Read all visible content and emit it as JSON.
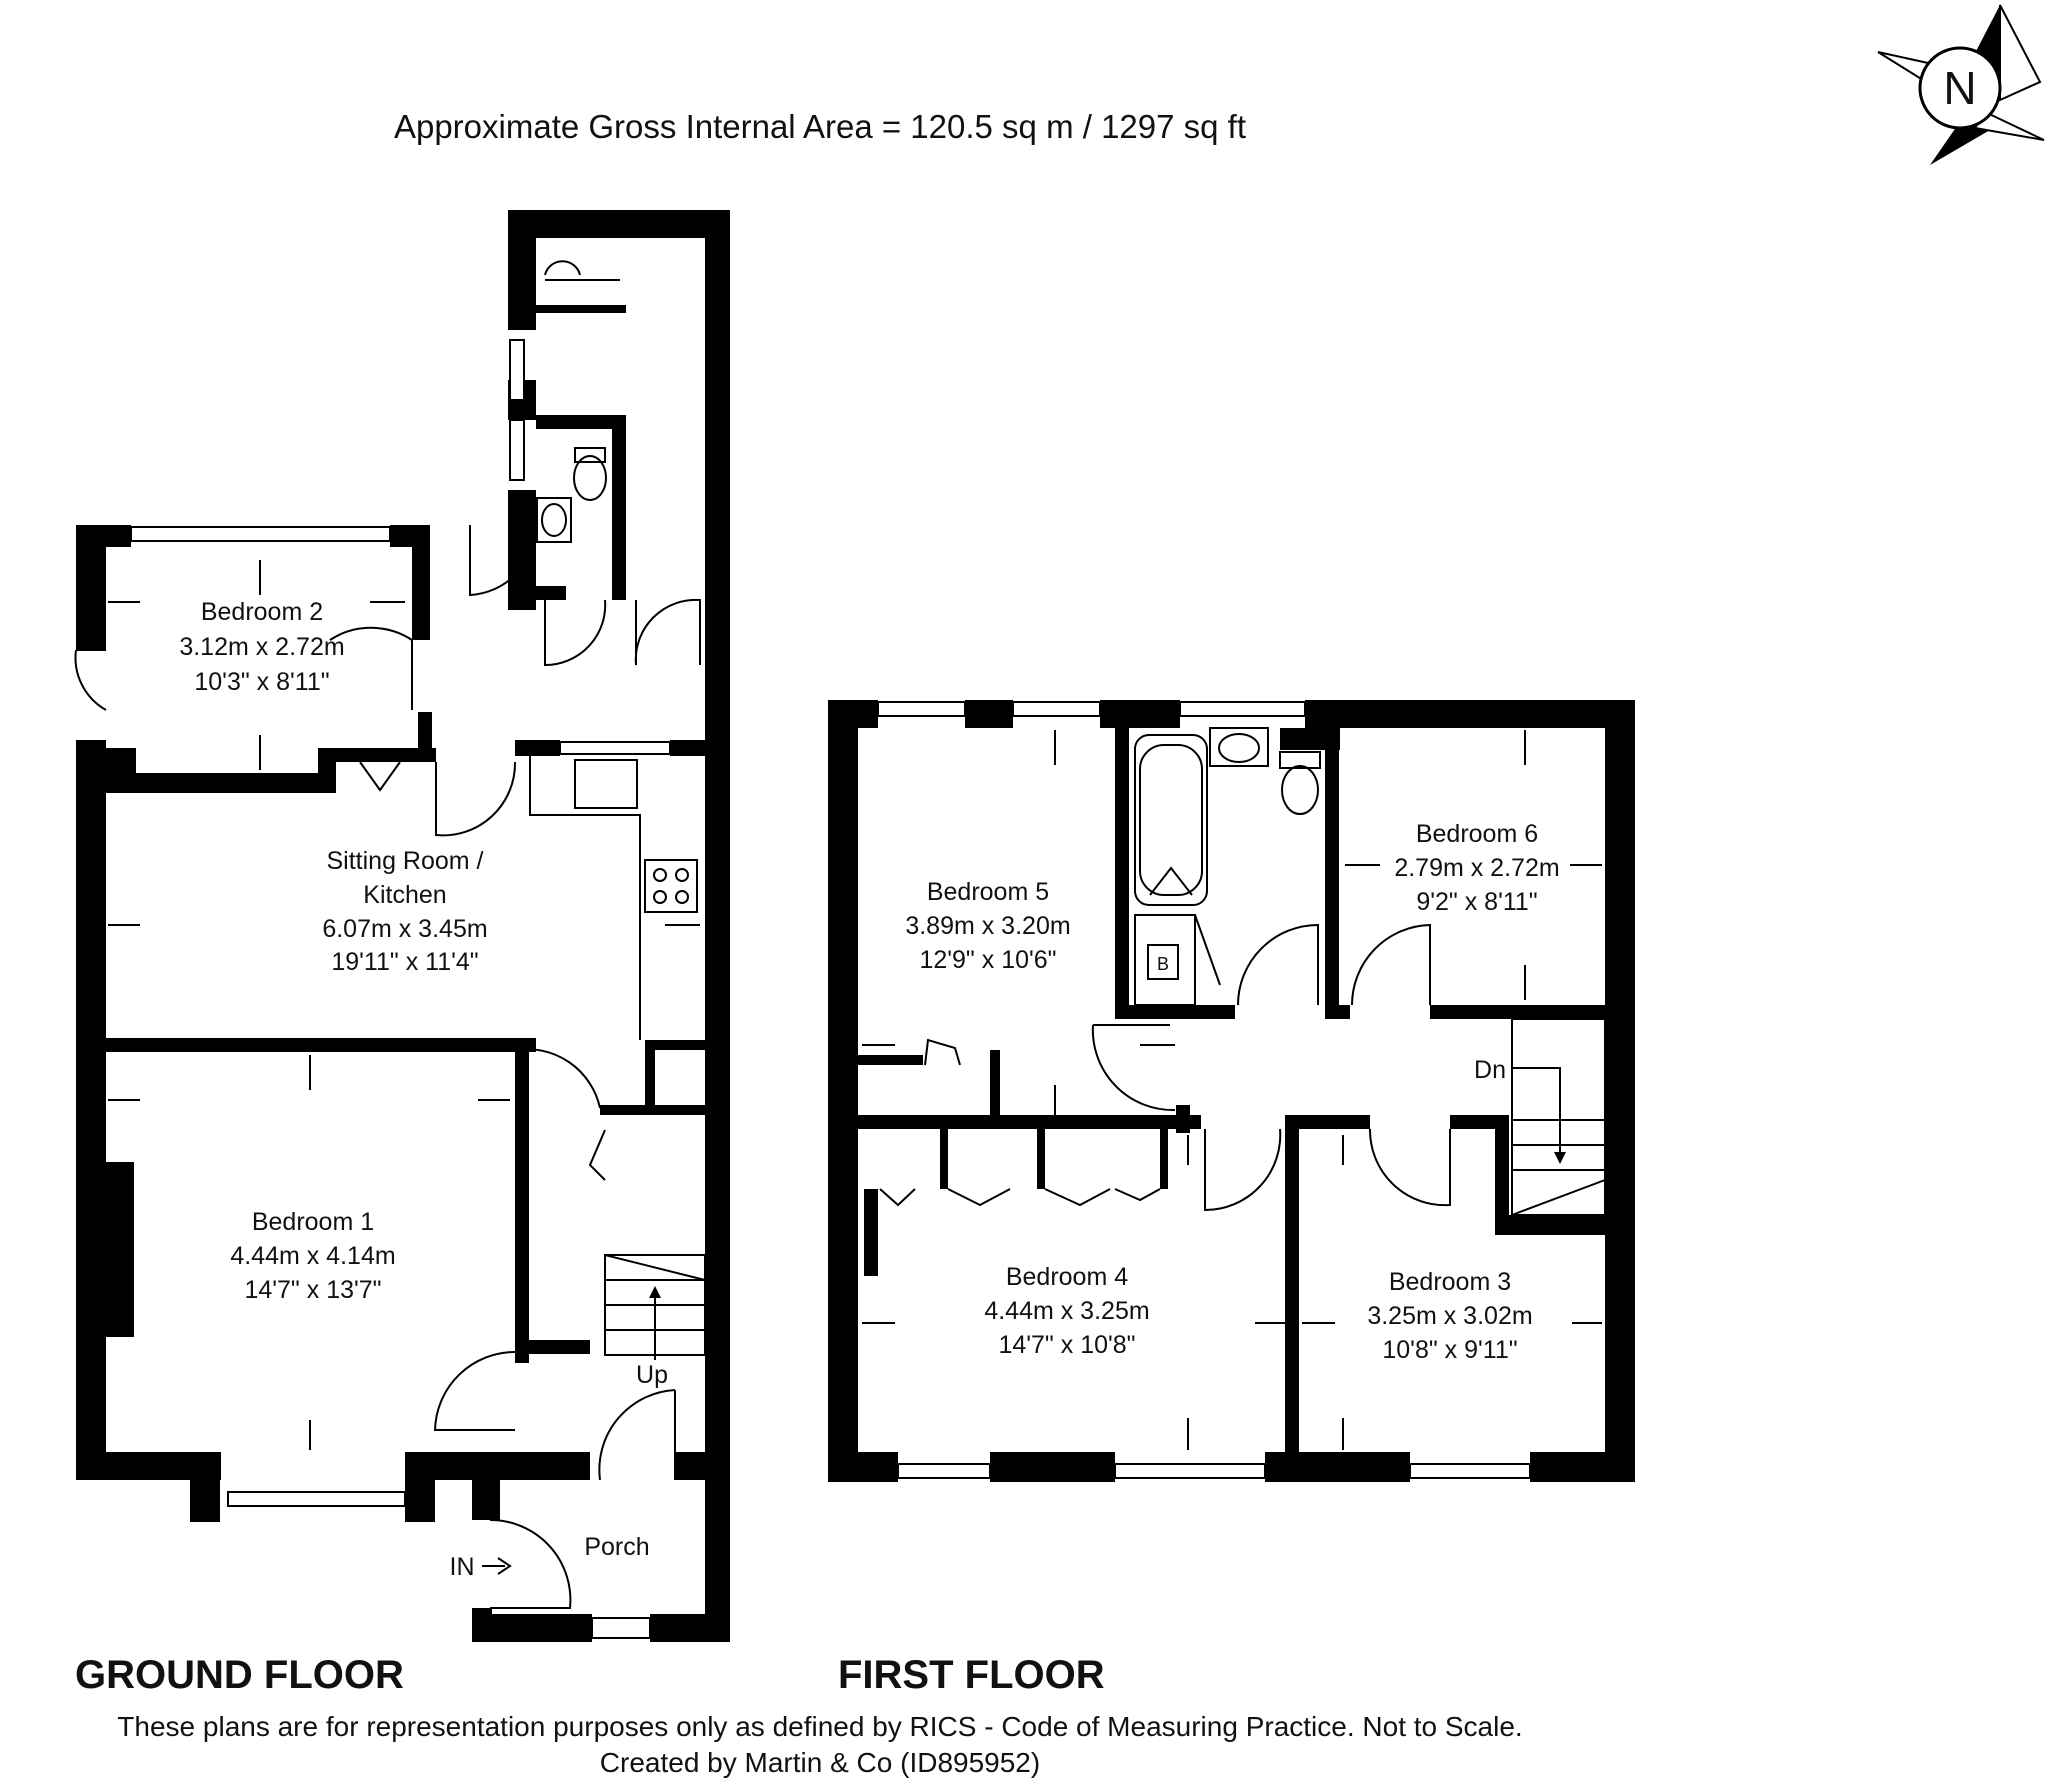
{
  "header": {
    "area_text": "Approximate Gross Internal Area = 120.5 sq m / 1297 sq ft"
  },
  "compass": {
    "letter": "N",
    "icon": "north-compass-icon"
  },
  "ground_floor": {
    "title": "GROUND FLOOR",
    "rooms": {
      "bedroom2": {
        "name": "Bedroom 2",
        "metric": "3.12m x 2.72m",
        "imperial": "10'3\" x 8'11\""
      },
      "sitting": {
        "name_1": "Sitting Room /",
        "name_2": "Kitchen",
        "metric": "6.07m x 3.45m",
        "imperial": "19'11\" x 11'4\""
      },
      "bedroom1": {
        "name": "Bedroom 1",
        "metric": "4.44m x 4.14m",
        "imperial": "14'7\" x 13'7\""
      },
      "porch": {
        "name": "Porch"
      }
    },
    "stairs_label": "Up",
    "entrance_label": "IN"
  },
  "first_floor": {
    "title": "FIRST FLOOR",
    "rooms": {
      "bedroom5": {
        "name": "Bedroom 5",
        "metric": "3.89m x 3.20m",
        "imperial": "12'9\" x 10'6\""
      },
      "bedroom6": {
        "name": "Bedroom 6",
        "metric": "2.79m x 2.72m",
        "imperial": "9'2\" x 8'11\""
      },
      "bedroom4": {
        "name": "Bedroom 4",
        "metric": "4.44m x 3.25m",
        "imperial": "14'7\" x 10'8\""
      },
      "bedroom3": {
        "name": "Bedroom 3",
        "metric": "3.25m x 3.02m",
        "imperial": "10'8\" x 9'11\""
      }
    },
    "stairs_label": "Dn",
    "boiler_label": "B"
  },
  "footer": {
    "disclaimer": "These plans are for representation purposes only as defined by RICS - Code of Measuring Practice. Not to Scale.",
    "credit": "Created by Martin & Co (ID895952)"
  }
}
